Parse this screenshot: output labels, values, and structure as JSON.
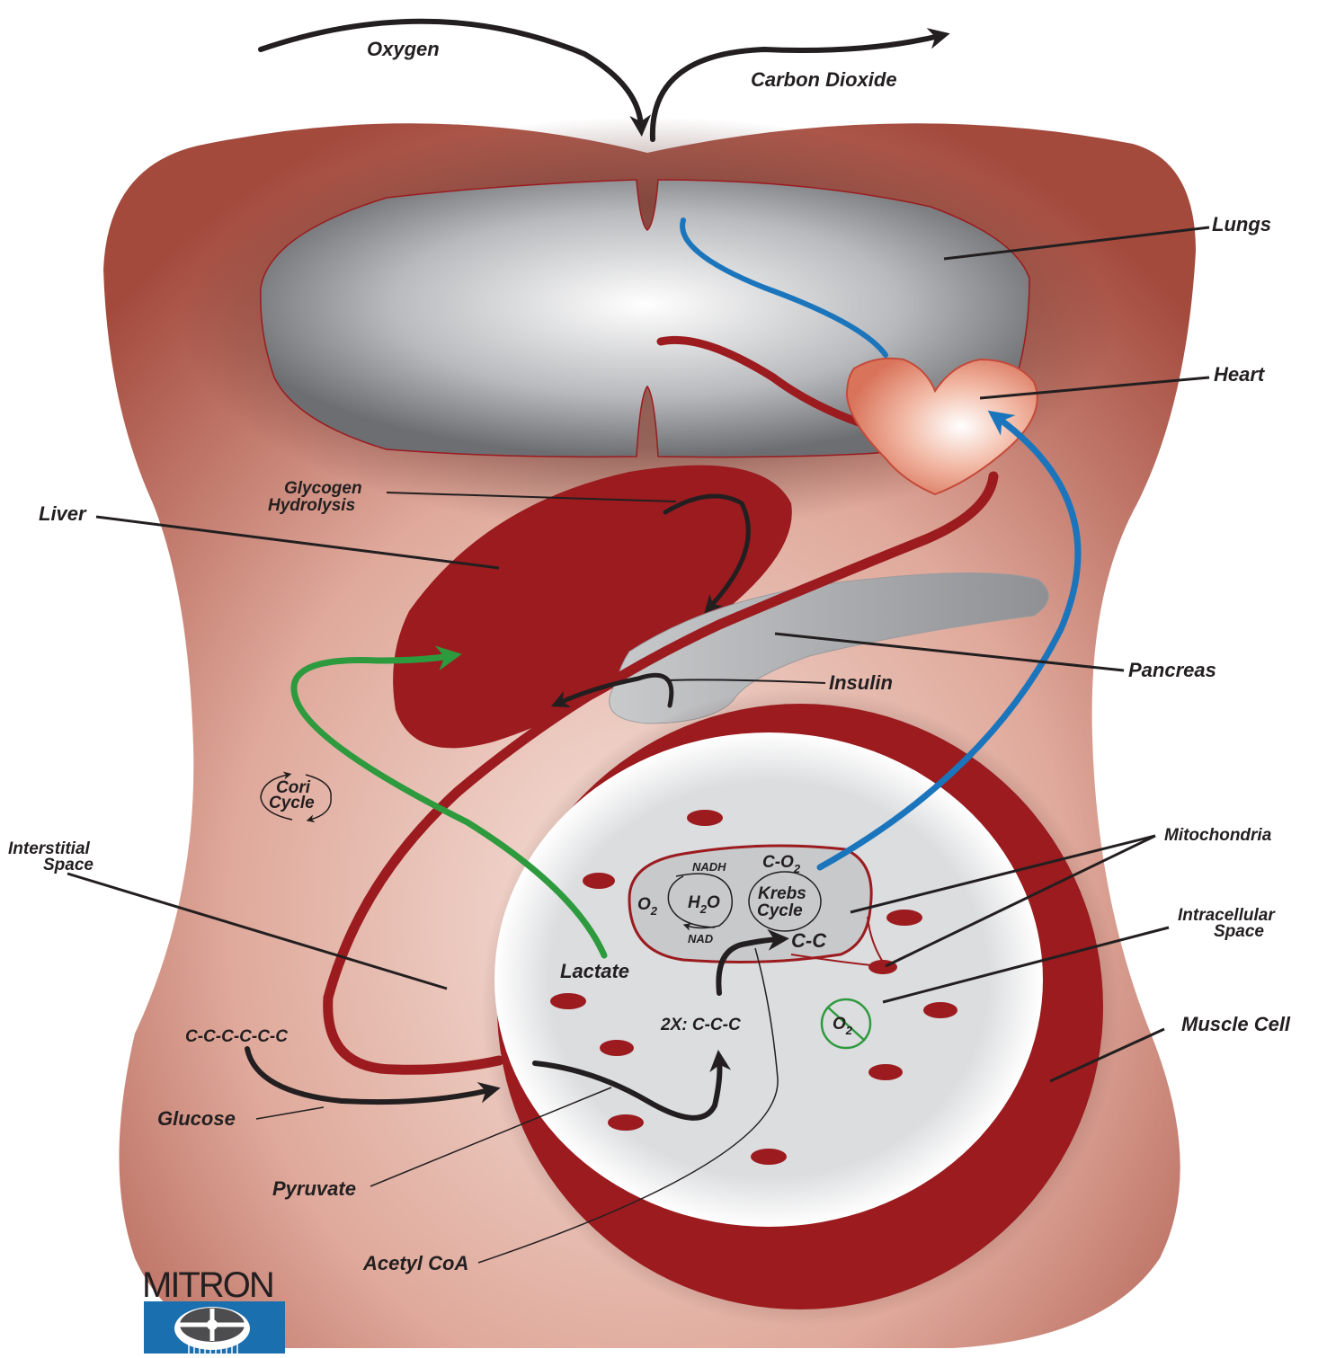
{
  "labels": {
    "oxygen": "Oxygen",
    "carbon_dioxide": "Carbon Dioxide",
    "lungs": "Lungs",
    "heart": "Heart",
    "liver": "Liver",
    "glycogen_line1": "Glycogen",
    "glycogen_line2": "Hydrolysis",
    "pancreas": "Pancreas",
    "insulin": "Insulin",
    "cori_line1": "Cori",
    "cori_line2": "Cycle",
    "interstitial_line1": "Interstitial",
    "interstitial_line2": "Space",
    "mitochondria": "Mitochondria",
    "intracellular_line1": "Intracellular",
    "intracellular_line2": "Space",
    "muscle_cell": "Muscle Cell",
    "lactate": "Lactate",
    "glucose_chain": "C-C-C-C-C-C",
    "glucose": "Glucose",
    "pyruvate_chain": "2X: C-C-C",
    "pyruvate": "Pyruvate",
    "acetyl_coa": "Acetyl CoA",
    "acetyl_chain": "C-C",
    "co2_prefix": "C-O",
    "co2_sub": "2",
    "nadh": "NADH",
    "nad": "NAD",
    "o2": "O",
    "o2_sub": "2",
    "h2o_h": "H",
    "h2o_sub": "2",
    "h2o_o": "O",
    "krebs_line1": "Krebs",
    "krebs_line2": "Cycle",
    "no_o2": "O",
    "no_o2_sub": "2"
  },
  "logo": {
    "text": "MITRON"
  },
  "colors": {
    "blood_red": "#9b1b1f",
    "co2_blue": "#1a75bc",
    "lactate_green": "#2e9a3e",
    "skin": "#c98a7d",
    "cell_interior": "#dcdddf",
    "logo_blue": "#1a6faf"
  }
}
